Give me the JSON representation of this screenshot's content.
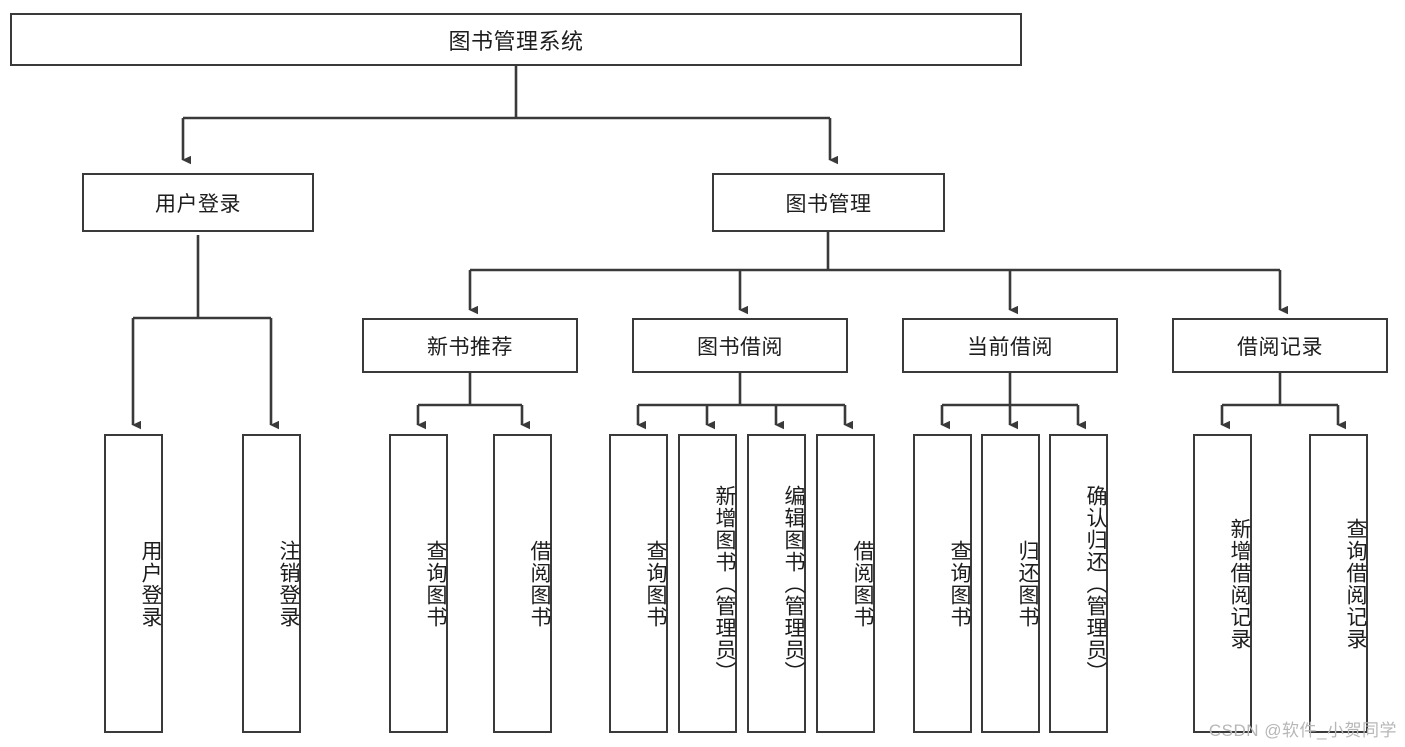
{
  "diagram": {
    "title": "图书管理系统",
    "type": "tree-hierarchy-chart",
    "root": {
      "label": "图书管理系统"
    },
    "level1": [
      {
        "label": "用户登录"
      },
      {
        "label": "图书管理"
      }
    ],
    "level2": [
      {
        "label": "新书推荐"
      },
      {
        "label": "图书借阅"
      },
      {
        "label": "当前借阅"
      },
      {
        "label": "借阅记录"
      }
    ],
    "leaves": {
      "user_login": [
        {
          "label": "用户登录"
        },
        {
          "label": "注销登录"
        }
      ],
      "new_book_recommend": [
        {
          "label": "查询图书"
        },
        {
          "label": "借阅图书"
        }
      ],
      "book_borrow": [
        {
          "label": "查询图书"
        },
        {
          "label": "新增图书（管理员）"
        },
        {
          "label": "编辑图书（管理员）"
        },
        {
          "label": "借阅图书"
        }
      ],
      "current_borrow": [
        {
          "label": "查询图书"
        },
        {
          "label": "归还图书"
        },
        {
          "label": "确认归还（管理员）"
        }
      ],
      "borrow_record": [
        {
          "label": "新增借阅记录"
        },
        {
          "label": "查询借阅记录"
        }
      ]
    }
  },
  "watermark": {
    "text": "CSDN @软件_小贺同学"
  },
  "colors": {
    "border": "#3a3a3a",
    "text": "#1d1d1d",
    "background": "#ffffff",
    "watermark": "#b7b7b7"
  }
}
